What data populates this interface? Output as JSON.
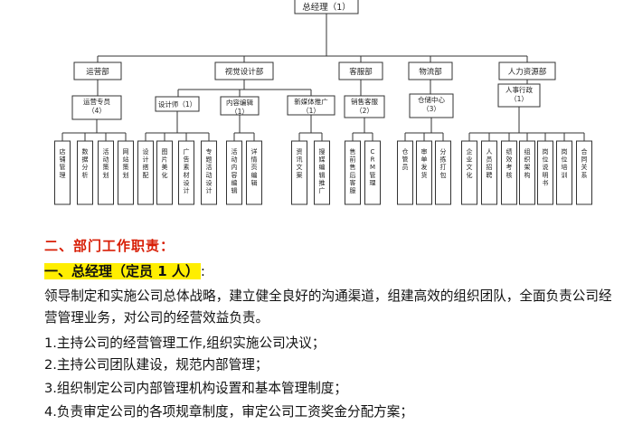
{
  "org_chart": {
    "root": "总经理（1）",
    "departments": [
      {
        "name": "运营部",
        "subs": [
          {
            "title": "运营专员",
            "count": "（4）",
            "leaves": [
              "店铺管理",
              "数据分析",
              "活动策划",
              "网站策划"
            ]
          }
        ]
      },
      {
        "name": "视觉设计部",
        "subs": [
          {
            "title": "设计师（1）",
            "count": "",
            "leaves": [
              "设计搭配",
              "图片美化",
              "广告素材设计",
              "专题活动设计"
            ]
          },
          {
            "title": "内容编辑",
            "count": "（1）",
            "leaves": [
              "活动内容编辑",
              "详情页编辑"
            ]
          },
          {
            "title": "新媒体推广",
            "count": "（1）",
            "leaves": [
              "资讯文案",
              "搜媒编辑推广"
            ]
          }
        ]
      },
      {
        "name": "客服部",
        "subs": [
          {
            "title": "销售客服",
            "count": "（2）",
            "leaves": [
              "售前售后客服",
              "CRM管理"
            ]
          }
        ]
      },
      {
        "name": "物流部",
        "subs": [
          {
            "title": "仓储中心",
            "count": "（3）",
            "leaves": [
              "仓管员",
              "审单发货",
              "分拣打包"
            ]
          }
        ]
      },
      {
        "name": "人力资源部",
        "subs": [
          {
            "title": "人事行政",
            "count": "（1）",
            "leaves": [
              "企业文化",
              "人员招聘",
              "绩效考核",
              "组织架构",
              "岗位说明书",
              "岗位培训",
              "合同关系"
            ]
          }
        ]
      }
    ]
  },
  "section_title": "二、部门工作职责：",
  "gm_heading": "一、总经理（定员 1 人）",
  "gm_colon": ":",
  "gm_desc": "领导制定和实施公司总体战略，建立健全良好的沟通渠道，组建高效的组织团队，全面负责公司经营管理业务，对公司的经营效益负责。",
  "duties": [
    "1.主持公司的经营管理工作,组织实施公司决议；",
    "2.主持公司团队建设，规范内部管理；",
    "3.组织制定公司内部管理机构设置和基本管理制度；",
    "4.负责审定公司的各项规章制度，审定公司工资奖金分配方案；"
  ]
}
